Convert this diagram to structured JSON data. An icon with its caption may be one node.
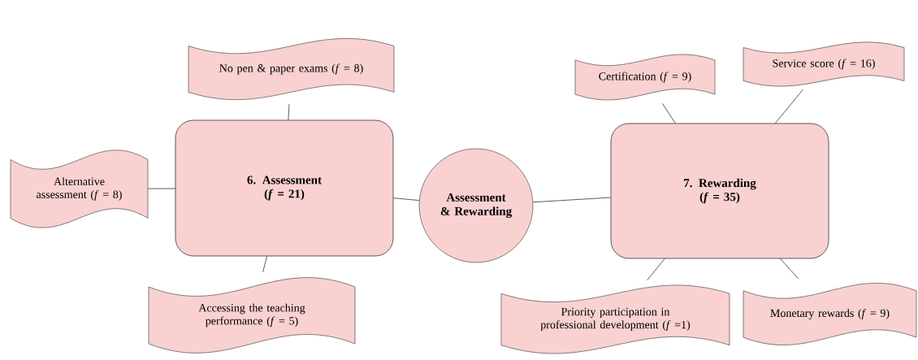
{
  "diagram": {
    "nodes": [
      {
        "text": [
          "No pen & paper exams (*f* = 8)"
        ]
      },
      {
        "text": [
          "Certification (*f* = 9)"
        ]
      },
      {
        "text": [
          "Service score (*f* = 16)"
        ]
      },
      {
        "text": [
          "Alternative assessment (*f* = 8)"
        ]
      },
      {
        "text": [
          "6. Assessment (*f* = 21)"
        ]
      },
      {
        "text": [
          "Assessment & Rewarding"
        ]
      },
      {
        "text": [
          "7. Rewarding (*f* = 35)"
        ]
      },
      {
        "text": [
          "Accessing the teaching performance (*f* = 5)"
        ]
      },
      {
        "text": [
          "Priority participation in professional development (*f* =1)"
        ]
      },
      {
        "text": [
          "Monetary rewards (*f* = 9)"
        ]
      }
    ],
    "edges": [
      {
        "from": 4,
        "to": 0,
        "arrow": "none"
      },
      {
        "from": 4,
        "to": 3,
        "arrow": "none"
      },
      {
        "from": 4,
        "to": 7,
        "arrow": "none"
      },
      {
        "from": 5,
        "to": 4,
        "arrow": "none"
      },
      {
        "from": 5,
        "to": 6,
        "arrow": "none"
      },
      {
        "from": 6,
        "to": 1,
        "arrow": "none"
      },
      {
        "from": 6,
        "to": 2,
        "arrow": "none"
      },
      {
        "from": 6,
        "to": 8,
        "arrow": "none"
      },
      {
        "from": 6,
        "to": 9,
        "arrow": "none"
      }
    ]
  }
}
